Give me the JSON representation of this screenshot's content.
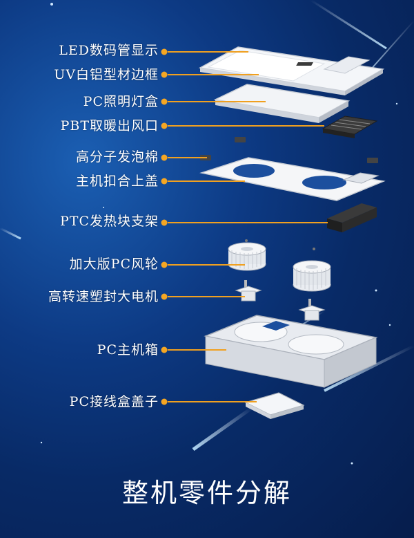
{
  "labels": [
    "LED数码管显示",
    "UV白铝型材边框",
    "PC照明灯盒",
    "PBT取暖出风口",
    "高分子发泡棉",
    "主机扣合上盖",
    "PTC发热块支架",
    "加大版PC风轮",
    "高转速塑封大电机",
    "PC主机箱",
    "PC接线盒盖子"
  ],
  "title": "整机零件分解",
  "colors": {
    "leader": "#f0a020",
    "dot": "#f5a623",
    "label": "#ffffff",
    "part": "#eef1f5",
    "dark_part": "#2a2a2a"
  }
}
